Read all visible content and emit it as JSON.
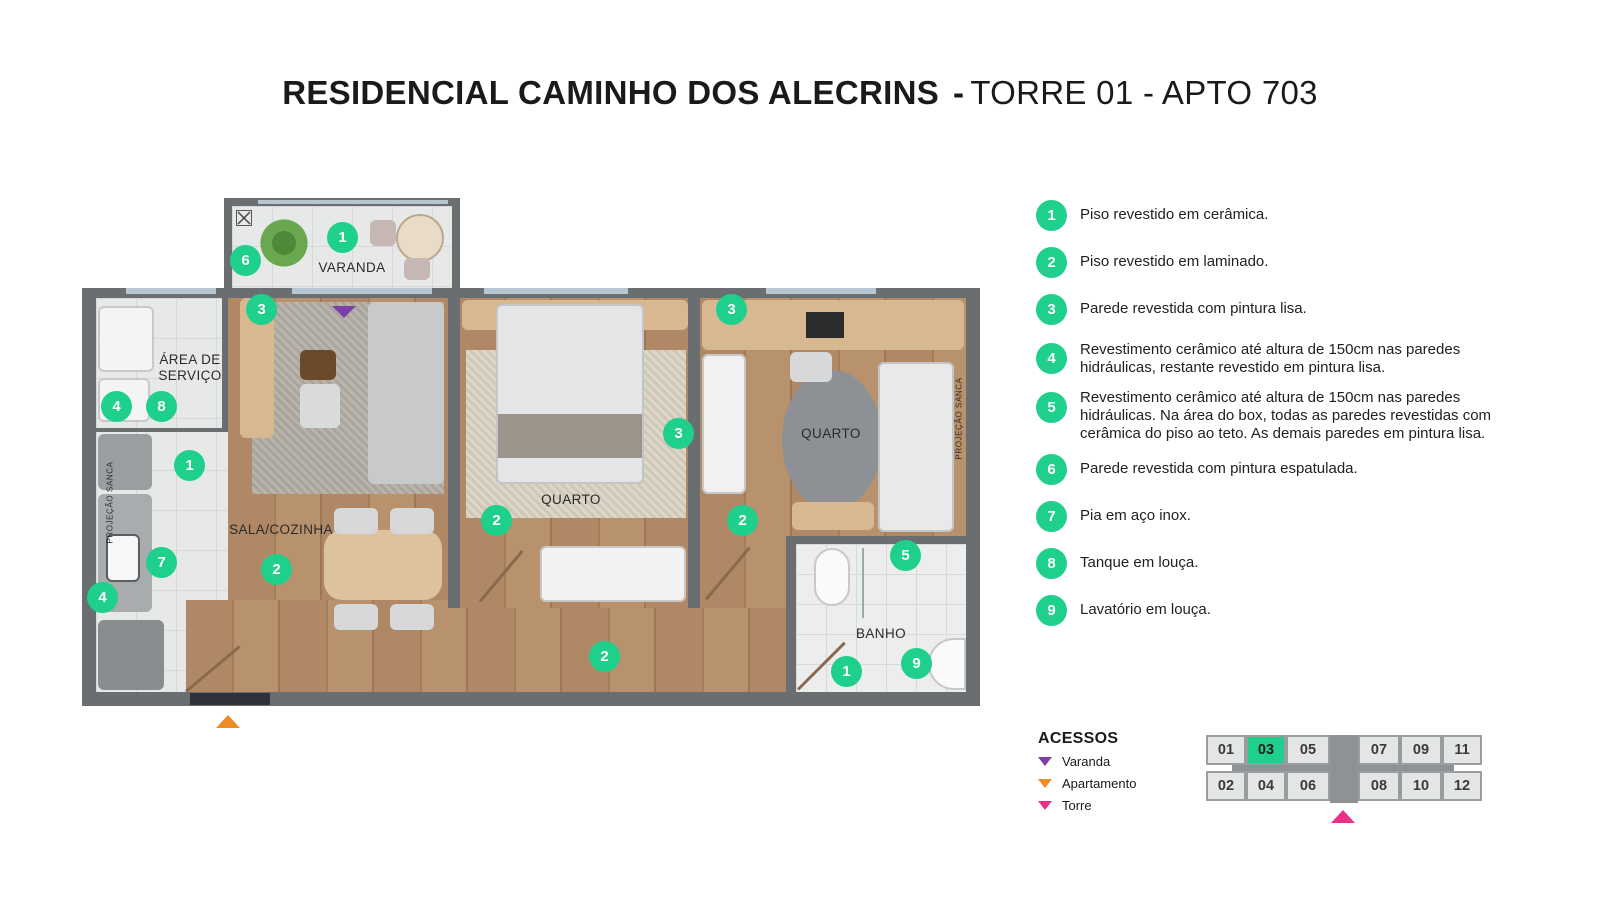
{
  "title": {
    "bold": "RESIDENCIAL CAMINHO DOS ALECRINS",
    "separator": "-",
    "regular": "TORRE 01 - APTO 703"
  },
  "rooms": {
    "varanda": "VARANDA",
    "area_servico": "ÁREA DE SERVIÇO",
    "sala_cozinha": "SALA/COZINHA",
    "quarto_1": "QUARTO",
    "quarto_2": "QUARTO",
    "banho": "BANHO",
    "projecao_sanca_1": "PROJEÇÃO SANCA",
    "projecao_sanca_2": "PROJEÇÃO SANCA"
  },
  "plan_badges": [
    "1",
    "6",
    "3",
    "4",
    "8",
    "1",
    "7",
    "4",
    "2",
    "3",
    "2",
    "2",
    "3",
    "2",
    "5",
    "1",
    "9"
  ],
  "legend": [
    {
      "num": "1",
      "text": "Piso revestido em cerâmica."
    },
    {
      "num": "2",
      "text": "Piso revestido em laminado."
    },
    {
      "num": "3",
      "text": "Parede revestida com pintura lisa."
    },
    {
      "num": "4",
      "text": "Revestimento cerâmico até altura de 150cm nas paredes hidráulicas, restante revestido em pintura lisa."
    },
    {
      "num": "5",
      "text": "Revestimento cerâmico até altura de 150cm nas paredes hidráulicas. Na área do box, todas as paredes revestidas com cerâmica do piso ao teto. As demais paredes em pintura lisa."
    },
    {
      "num": "6",
      "text": "Parede revestida com pintura espatulada."
    },
    {
      "num": "7",
      "text": "Pia em aço inox."
    },
    {
      "num": "8",
      "text": "Tanque em louça."
    },
    {
      "num": "9",
      "text": "Lavatório em louça."
    }
  ],
  "acessos": {
    "title": "ACESSOS",
    "items": [
      {
        "label": "Varanda",
        "color": "#7b3fa8"
      },
      {
        "label": "Apartamento",
        "color": "#f08a24"
      },
      {
        "label": "Torre",
        "color": "#ea2f86"
      }
    ]
  },
  "tower": {
    "top_row": [
      "01",
      "03",
      "05",
      "07",
      "09",
      "11"
    ],
    "bottom_row": [
      "02",
      "04",
      "06",
      "08",
      "10",
      "12"
    ],
    "selected": "03",
    "selected_color": "#1fcf8c"
  },
  "colors": {
    "badge": "#1fcf8c",
    "wall": "#6b6e70"
  }
}
